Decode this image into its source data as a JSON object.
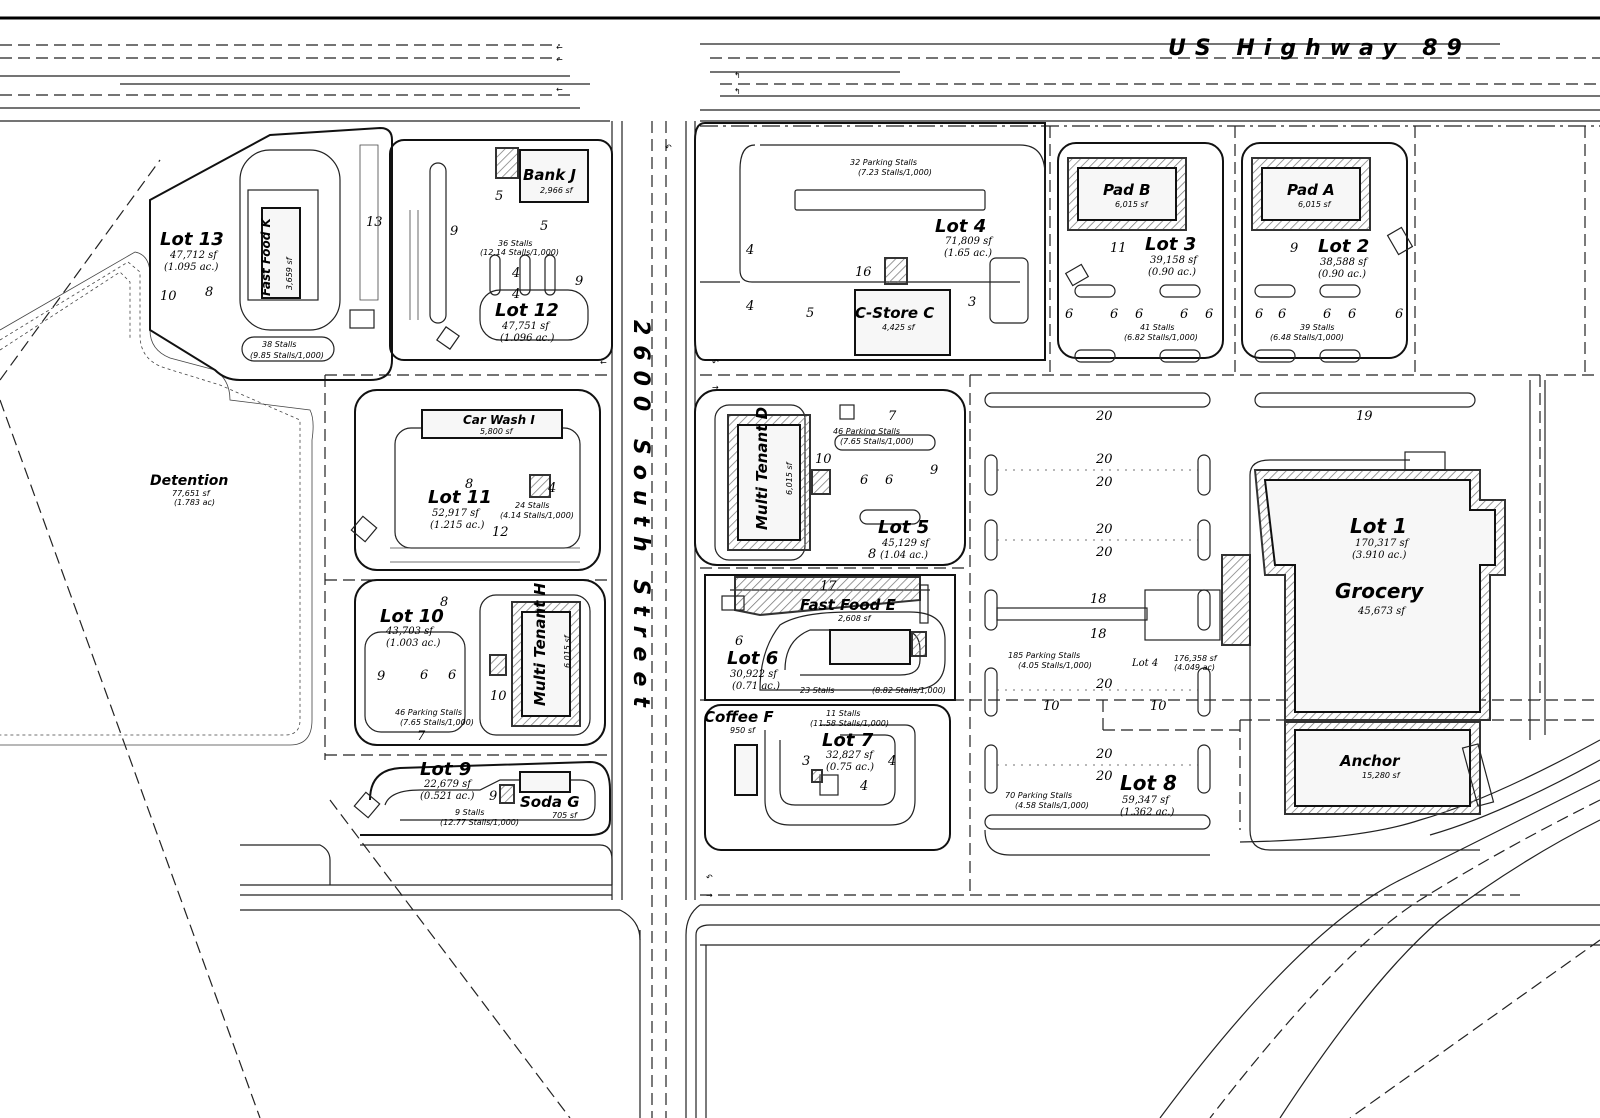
{
  "roads": {
    "highway": "US Highway 89",
    "street": "2600 South Street"
  },
  "detention": {
    "name": "Detention",
    "area_sf": "77,651 sf",
    "area_ac": "(1.783 ac)"
  },
  "lots": {
    "lot1": {
      "label": "Lot 1",
      "sf": "170,317 sf",
      "ac": "(3.910 ac.)"
    },
    "lot2": {
      "label": "Lot 2",
      "sf": "38,588 sf",
      "ac": "(0.90 ac.)"
    },
    "lot3": {
      "label": "Lot 3",
      "sf": "39,158 sf",
      "ac": "(0.90 ac.)"
    },
    "lot4": {
      "label": "Lot 4",
      "sf": "71,809 sf",
      "ac": "(1.65 ac.)"
    },
    "lot5": {
      "label": "Lot 5",
      "sf": "45,129 sf",
      "ac": "(1.04 ac.)"
    },
    "lot6": {
      "label": "Lot 6",
      "sf": "30,922 sf",
      "ac": "(0.71 ac.)"
    },
    "lot7": {
      "label": "Lot 7",
      "sf": "32,827 sf",
      "ac": "(0.75 ac.)"
    },
    "lot8": {
      "label": "Lot 8",
      "sf": "59,347 sf",
      "ac": "(1.362 ac.)"
    },
    "lot9": {
      "label": "Lot 9",
      "sf": "22,679 sf",
      "ac": "(0.521 ac.)"
    },
    "lot10": {
      "label": "Lot 10",
      "sf": "43,703 sf",
      "ac": "(1.003 ac.)"
    },
    "lot11": {
      "label": "Lot 11",
      "sf": "52,917 sf",
      "ac": "(1.215 ac.)"
    },
    "lot12": {
      "label": "Lot 12",
      "sf": "47,751 sf",
      "ac": "(1.096 ac.)"
    },
    "lot13": {
      "label": "Lot 13",
      "sf": "47,712 sf",
      "ac": "(1.095 ac.)"
    },
    "lot4_center": {
      "label": "Lot 4",
      "sf": "176,358 sf",
      "ac": "(4.049 ac)"
    }
  },
  "buildings": {
    "grocery": {
      "name": "Grocery",
      "sf": "45,673 sf"
    },
    "anchor": {
      "name": "Anchor",
      "sf": "15,280 sf"
    },
    "pad_a": {
      "name": "Pad A",
      "sf": "6,015 sf"
    },
    "pad_b": {
      "name": "Pad B",
      "sf": "6,015 sf"
    },
    "cstore": {
      "name": "C-Store C",
      "sf": "4,425 sf"
    },
    "tenant_d": {
      "name": "Multi Tenant D",
      "sf": "6,015 sf"
    },
    "fastfood_e": {
      "name": "Fast Food E",
      "sf": "2,608 sf"
    },
    "coffee_f": {
      "name": "Coffee F",
      "sf": "950 sf"
    },
    "soda_g": {
      "name": "Soda G",
      "sf": "705 sf"
    },
    "tenant_h": {
      "name": "Multi Tenant H",
      "sf": "6,015 sf"
    },
    "carwash": {
      "name": "Car Wash I",
      "sf": "5,800 sf"
    },
    "bank": {
      "name": "Bank J",
      "sf": "2,966 sf"
    },
    "fastfood_k": {
      "name": "Fast Food K",
      "sf": "3,659 sf"
    }
  },
  "parking": {
    "lot4": {
      "count": "32 Parking Stalls",
      "ratio": "(7.23 Stalls/1,000)"
    },
    "lot3": {
      "count": "41 Stalls",
      "ratio": "(6.82 Stalls/1,000)"
    },
    "lot2": {
      "count": "39 Stalls",
      "ratio": "(6.48 Stalls/1,000)"
    },
    "lot12": {
      "count": "36 Stalls",
      "ratio": "(12.14 Stalls/1,000)"
    },
    "lot13": {
      "count": "38 Stalls",
      "ratio": "(9.85 Stalls/1,000)"
    },
    "lot11": {
      "count": "24 Stalls",
      "ratio": "(4.14 Stalls/1,000)"
    },
    "lot10": {
      "count": "46 Parking Stalls",
      "ratio": "(7.65 Stalls/1,000)"
    },
    "lot9": {
      "count": "9 Stalls",
      "ratio": "(12.77 Stalls/1,000)"
    },
    "lot5": {
      "count": "46 Parking Stalls",
      "ratio": "(7.65 Stalls/1,000)"
    },
    "lot6": {
      "count": "23 Stalls",
      "ratio": "(8.82 Stalls/1,000)"
    },
    "lot7": {
      "count": "11 Stalls",
      "ratio": "(11.58 Stalls/1,000)"
    },
    "lot4_center": {
      "count": "185 Parking Stalls",
      "ratio": "(4.05 Stalls/1,000)"
    },
    "lot8": {
      "count": "70 Parking Stalls",
      "ratio": "(4.58 Stalls/1,000)"
    }
  },
  "stall_numbers": {
    "row20": "20",
    "row19": "19",
    "row18": "18",
    "row10": "10",
    "n16": "16",
    "n13": "13",
    "n12": "12",
    "n11": "11",
    "n9": "9",
    "n8": "8",
    "n7": "7",
    "n6": "6",
    "n5": "5",
    "n4": "4",
    "n3": "3",
    "n17": "17"
  }
}
